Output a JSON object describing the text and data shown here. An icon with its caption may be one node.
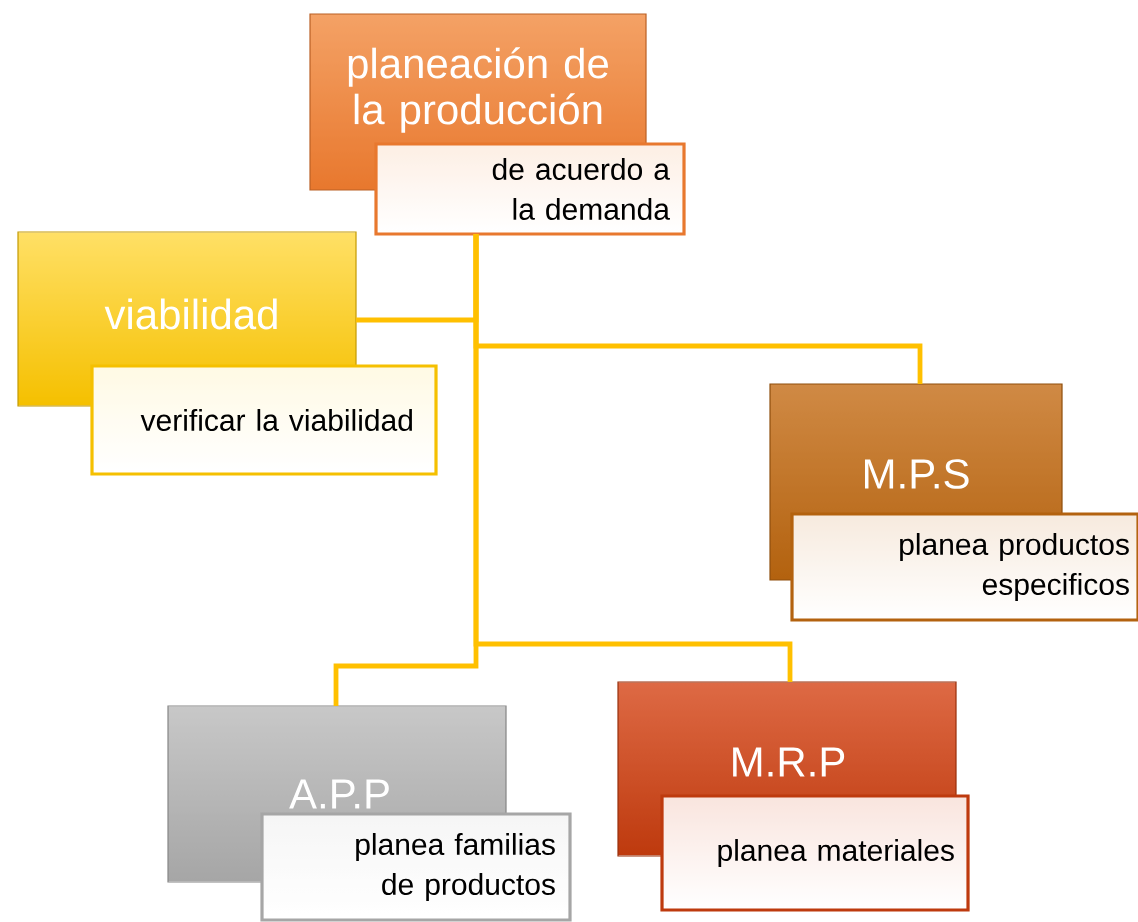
{
  "diagram": {
    "nodes": [
      {
        "text": [
          "planeación de la producción",
          "de acuerdo a la demanda"
        ]
      },
      {
        "text": [
          "viabilidad",
          "verificar la viabilidad"
        ]
      },
      {
        "text": [
          "M.P.S",
          "planea productos especificos"
        ]
      },
      {
        "text": [
          "A.P.P",
          "planea familias de productos"
        ]
      },
      {
        "text": [
          "M.R.P",
          "planea materiales"
        ]
      }
    ],
    "edges": [
      {
        "from": 0,
        "to": 1,
        "arrow": "none"
      },
      {
        "from": 0,
        "to": 2,
        "arrow": "none"
      },
      {
        "from": 0,
        "to": 3,
        "arrow": "none"
      },
      {
        "from": 0,
        "to": 4,
        "arrow": "none"
      }
    ]
  }
}
